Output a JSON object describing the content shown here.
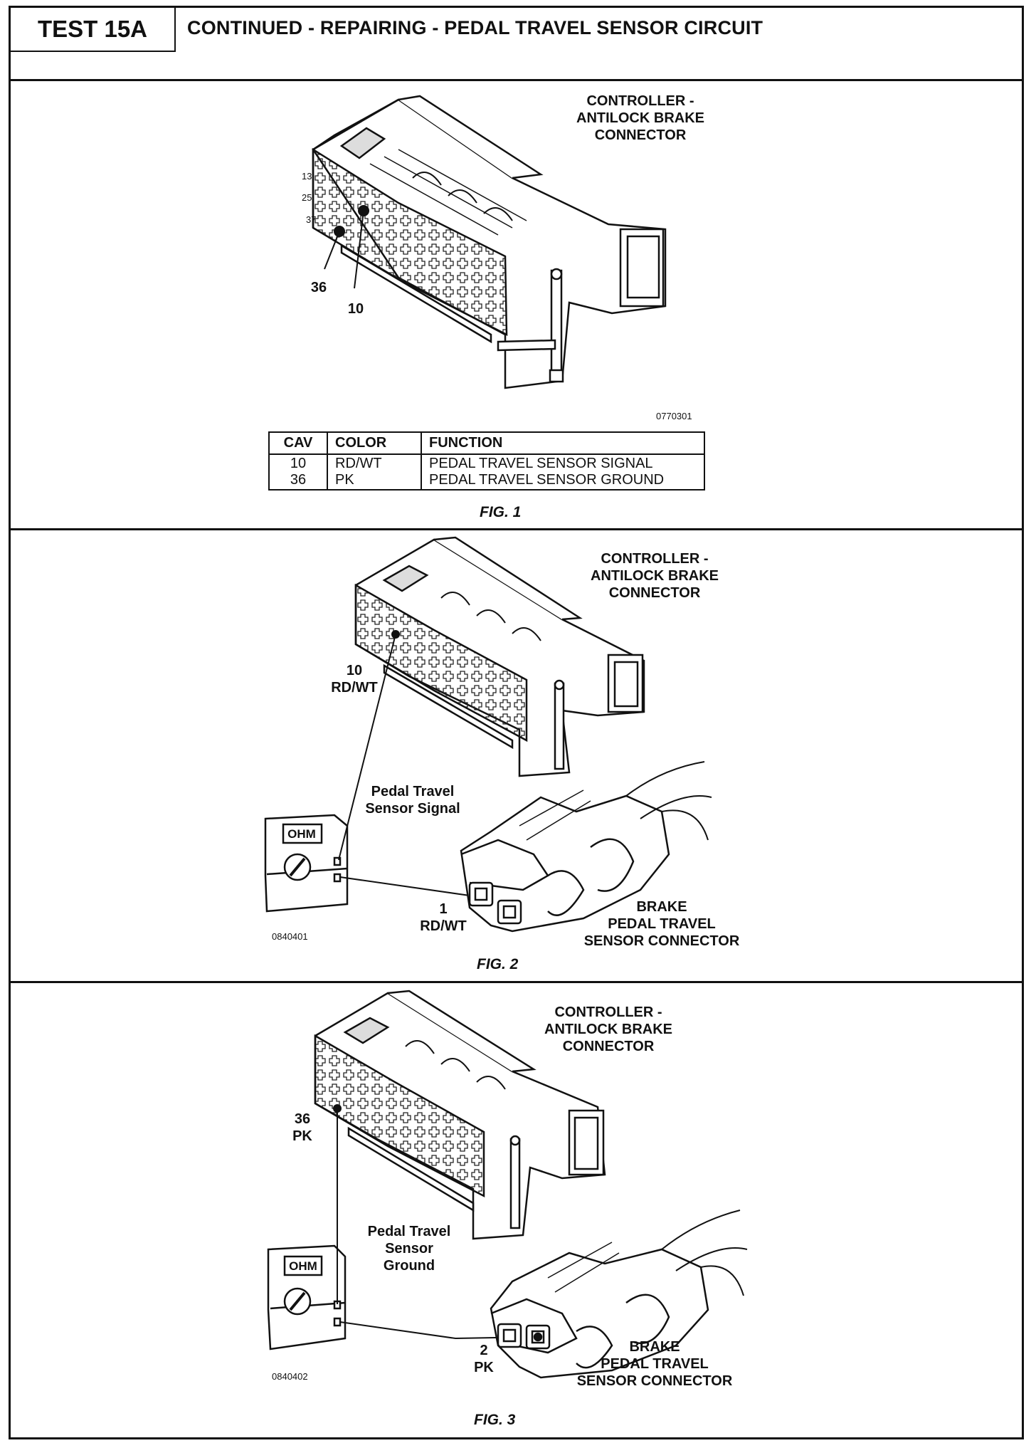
{
  "header": {
    "test_label": "TEST 15A",
    "title": "CONTINUED - REPAIRING - PEDAL TRAVEL SENSOR CIRCUIT"
  },
  "fig1": {
    "connector_label": [
      "CONTROLLER -",
      "ANTILOCK BRAKE",
      "CONNECTOR"
    ],
    "pin_callouts": [
      "36",
      "10"
    ],
    "cavity_numbers": [
      "13",
      "25",
      "37"
    ],
    "ref_code": "0770301",
    "table": {
      "headers": [
        "CAV",
        "COLOR",
        "FUNCTION"
      ],
      "rows": [
        [
          "10",
          "RD/WT",
          "PEDAL TRAVEL SENSOR SIGNAL"
        ],
        [
          "36",
          "PK",
          "PEDAL TRAVEL SENSOR GROUND"
        ]
      ]
    },
    "caption": "FIG. 1"
  },
  "fig2": {
    "connector_label": [
      "CONTROLLER -",
      "ANTILOCK BRAKE",
      "CONNECTOR"
    ],
    "pin_callout": [
      "10",
      "RD/WT"
    ],
    "meter_display": "OHM",
    "circuit_label": [
      "Pedal Travel",
      "Sensor Signal"
    ],
    "sensor_pin_callout": [
      "1",
      "RD/WT"
    ],
    "sensor_connector_label": [
      "BRAKE",
      "PEDAL TRAVEL",
      "SENSOR CONNECTOR"
    ],
    "ref_code": "0840401",
    "caption": "FIG. 2"
  },
  "fig3": {
    "connector_label": [
      "CONTROLLER -",
      "ANTILOCK BRAKE",
      "CONNECTOR"
    ],
    "pin_callout": [
      "36",
      "PK"
    ],
    "meter_display": "OHM",
    "circuit_label": [
      "Pedal Travel",
      "Sensor",
      "Ground"
    ],
    "sensor_pin_callout": [
      "2",
      "PK"
    ],
    "sensor_connector_label": [
      "BRAKE",
      "PEDAL TRAVEL",
      "SENSOR CONNECTOR"
    ],
    "ref_code": "0840402",
    "caption": "FIG. 3"
  }
}
